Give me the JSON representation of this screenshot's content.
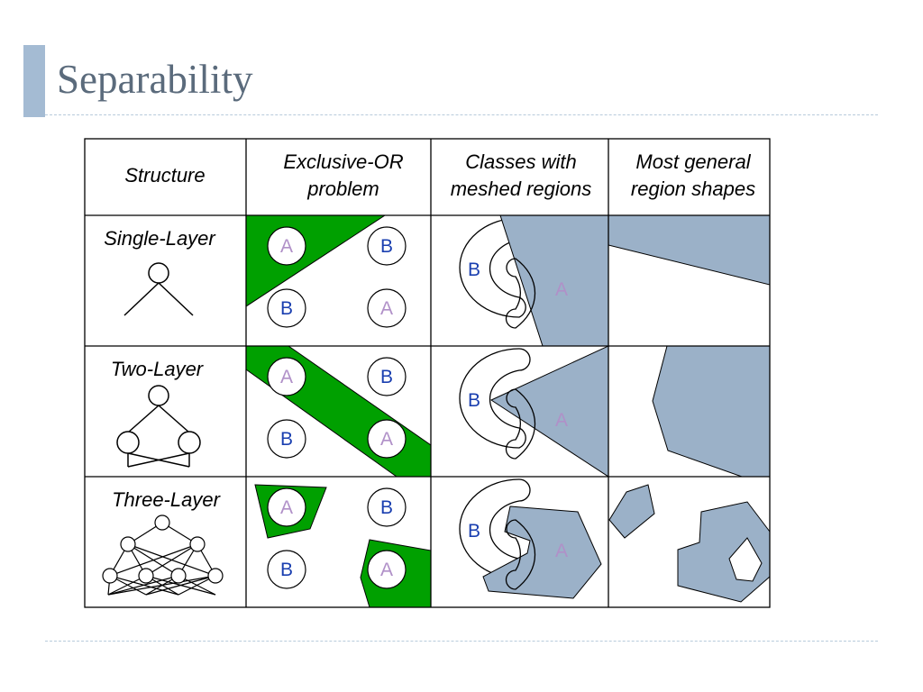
{
  "slide": {
    "title": "Separability",
    "accent_color": "#a4bbd3"
  },
  "table": {
    "headers": {
      "structure": "Structure",
      "xor": [
        "Exclusive-OR",
        "problem"
      ],
      "meshed": [
        "Classes with",
        "meshed regions"
      ],
      "general": [
        "Most general",
        "region shapes"
      ]
    },
    "rows": [
      {
        "label": "Single-Layer",
        "xor_points": [
          "A",
          "B",
          "B",
          "A"
        ],
        "meshed_labels": [
          "B",
          "A"
        ]
      },
      {
        "label": "Two-Layer",
        "xor_points": [
          "A",
          "B",
          "B",
          "A"
        ],
        "meshed_labels": [
          "B",
          "A"
        ]
      },
      {
        "label": "Three-Layer",
        "xor_points": [
          "A",
          "B",
          "B",
          "A"
        ],
        "meshed_labels": [
          "B",
          "A"
        ]
      }
    ]
  },
  "colors": {
    "decision_region_green": "#00a000",
    "region_blue": "#9bb1c8",
    "class_a_label": "#b090c8",
    "class_b_label": "#1a3fb0"
  }
}
